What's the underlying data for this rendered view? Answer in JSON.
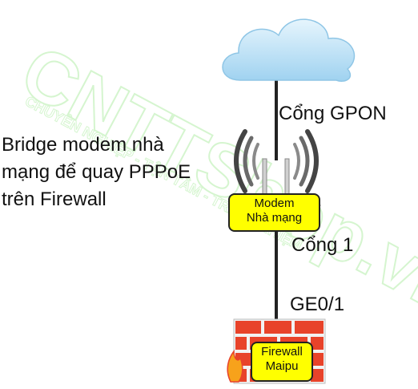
{
  "watermark": {
    "main": "CNTTShop.vn",
    "sub": "CHUYÊN NGHIỆP - TẬN TÂM - TRÁCH NHIỆM"
  },
  "labels": {
    "gpon_port": "Cổng GPON",
    "port1": "Cổng 1",
    "ge_port": "GE0/1",
    "description": [
      "Bridge modem nhà",
      "mạng để quay PPPoE",
      "trên Firewall"
    ]
  },
  "nodes": {
    "cloud": {
      "icon": "cloud-icon"
    },
    "modem": {
      "icon": "wireless-router-icon",
      "line1": "Modem",
      "line2": "Nhà mạng"
    },
    "firewall": {
      "icon": "firewall-brick-icon",
      "line1": "Firewall",
      "line2": "Maipu"
    }
  },
  "colors": {
    "label_fill": "#ffff00",
    "brick": "#e8432a",
    "cloud": "#bfe3f7",
    "watermark": "#c8f2c0"
  }
}
